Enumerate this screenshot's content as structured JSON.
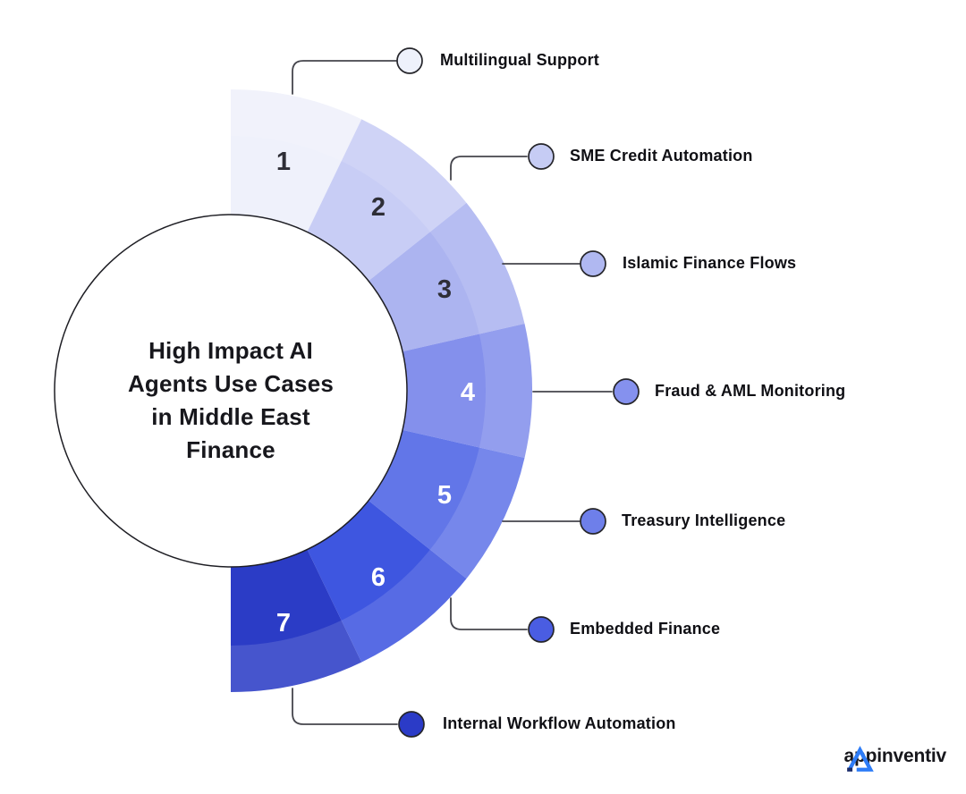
{
  "page": {
    "background": "#ffffff"
  },
  "center_circle": {
    "title_lines": [
      "High Impact AI",
      "Agents Use Cases",
      "in Middle East",
      "Finance"
    ]
  },
  "segments": [
    {
      "number": "1",
      "label": "Multilingual Support",
      "wedge_color": "#EFF1FB",
      "dot_color": "#EEF1FB"
    },
    {
      "number": "2",
      "label": "SME Credit Automation",
      "wedge_color": "#C8CDF5",
      "dot_color": "#C6CCF4"
    },
    {
      "number": "3",
      "label": "Islamic Finance Flows",
      "wedge_color": "#ACB4F0",
      "dot_color": "#B0B8F1"
    },
    {
      "number": "4",
      "label": "Fraud & AML Monitoring",
      "wedge_color": "#8490EC",
      "dot_color": "#8591EE"
    },
    {
      "number": "5",
      "label": "Treasury Intelligence",
      "wedge_color": "#6276E8",
      "dot_color": "#6E7FEA"
    },
    {
      "number": "6",
      "label": "Embedded Finance",
      "wedge_color": "#3E56E0",
      "dot_color": "#4A5DE2"
    },
    {
      "number": "7",
      "label": "Internal Workflow Automation",
      "wedge_color": "#2B3CC6",
      "dot_color": "#2B3BC7"
    }
  ],
  "branding": {
    "logo_text": "appinventiv",
    "logo_mark_icon": "appinventiv-a-mark",
    "logo_blue": "#2D7CF7",
    "logo_navy": "#1B2D6B"
  }
}
